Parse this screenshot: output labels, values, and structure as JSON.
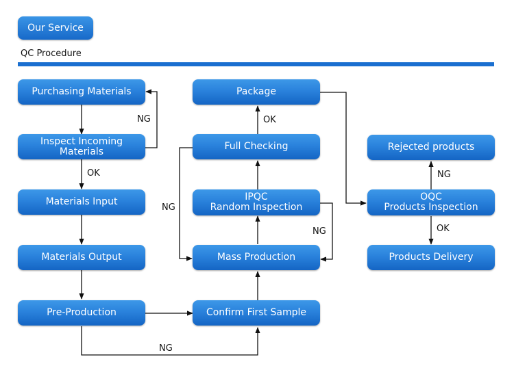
{
  "header": {
    "service_button": "Our Service",
    "subtitle": "QC Procedure"
  },
  "nodes": {
    "purchasing": "Purchasing  Materials",
    "inspect_incoming": "Inspect Incoming\nMaterials",
    "materials_input": "Materials Input",
    "materials_output": "Materials Output",
    "pre_production": "Pre-Production",
    "package": "Package",
    "full_checking": "Full Checking",
    "ipqc": "IPQC\nRandom Inspection",
    "mass_production": "Mass Production",
    "confirm_first_sample": "Confirm First Sample",
    "rejected_products": "Rejected products",
    "oqc": "OQC\nProducts Inspection",
    "products_delivery": "Products Delivery"
  },
  "edge_labels": {
    "incoming_ng": "NG",
    "incoming_ok": "OK",
    "full_checking_ng": "NG",
    "package_ok": "OK",
    "ipqc_ng": "NG",
    "oqc_ng": "NG",
    "oqc_ok": "OK",
    "pre_production_ng": "NG"
  },
  "colors": {
    "box": "#2a82dc",
    "divider": "#1a6fd0",
    "line": "#111111"
  }
}
